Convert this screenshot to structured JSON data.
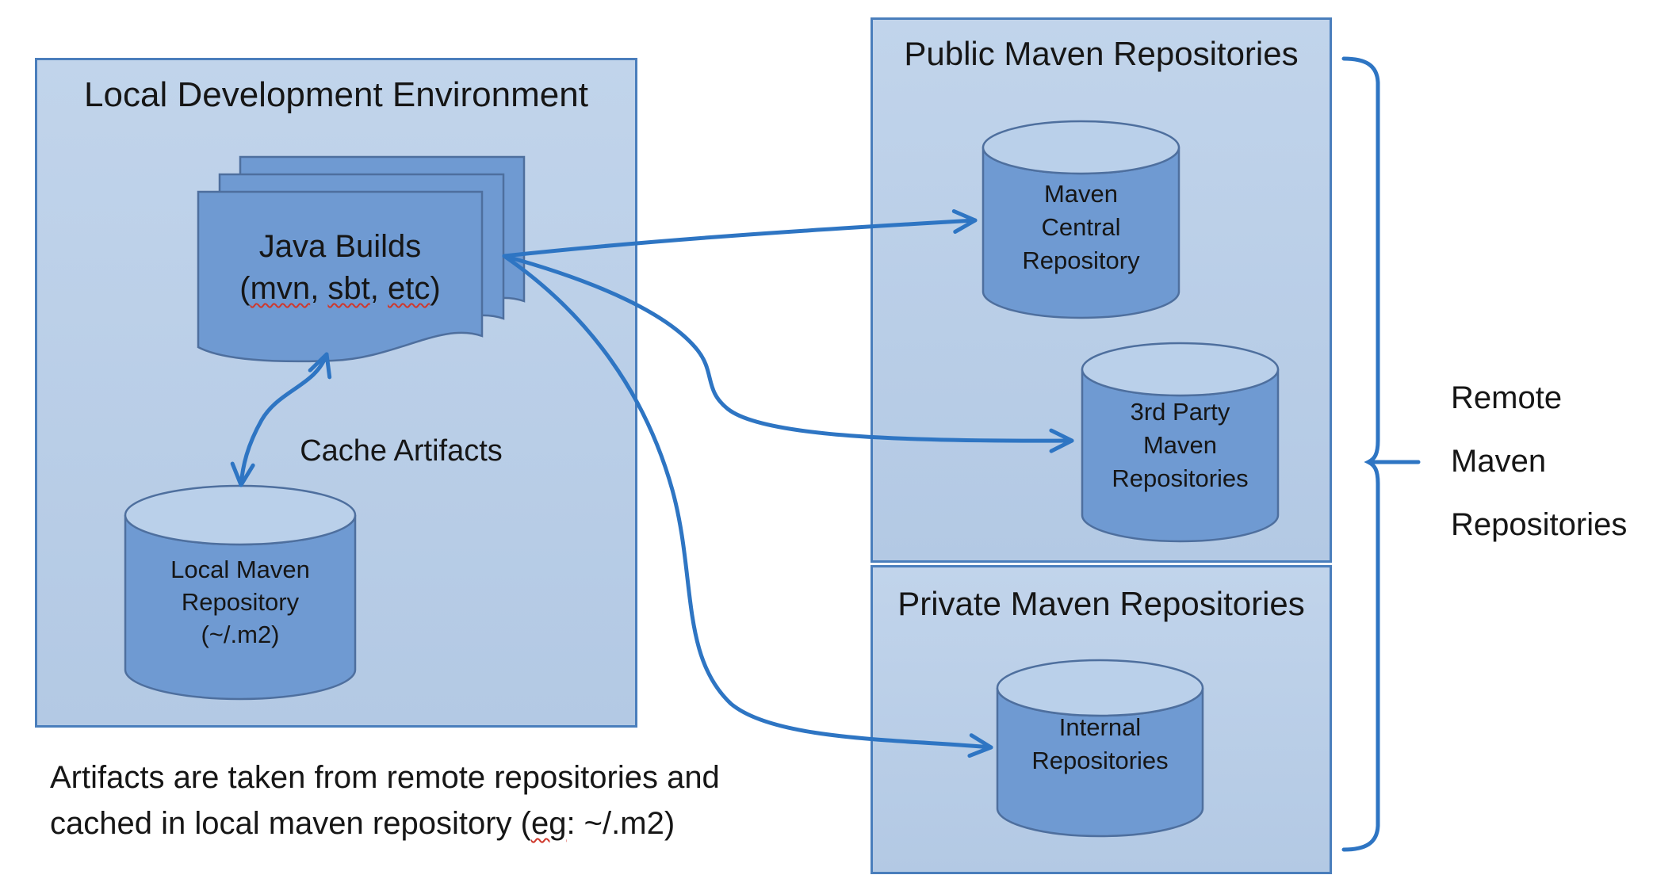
{
  "colors": {
    "background": "#ffffff",
    "box_fill_top": "#c1d4eb",
    "box_fill_bottom": "#b3c9e4",
    "box_border": "#4a7ebc",
    "shape_fill": "#6f9ad2",
    "shape_border": "#4e6f9e",
    "cylinder_top_fill": "#bad0ea",
    "arrow": "#2e75c3",
    "text": "#161616",
    "squiggle": "#cf382c"
  },
  "local_env": {
    "title": "Local Development Environment",
    "java_builds": {
      "line1": "Java Builds",
      "open": "(",
      "word1": "mvn",
      "sep1": ", ",
      "word2": "sbt",
      "sep2": ", ",
      "word3": "etc",
      "close": ")"
    },
    "cache_label": "Cache Artifacts",
    "local_repo": {
      "line1": "Local Maven",
      "line2": "Repository",
      "line3": "(~/.m2)"
    }
  },
  "public_repos": {
    "title": "Public Maven Repositories",
    "maven_central": {
      "line1": "Maven",
      "line2": "Central",
      "line3": "Repository"
    },
    "third_party": {
      "line1": "3rd Party",
      "line2": "Maven",
      "line3": "Repositories"
    }
  },
  "private_repos": {
    "title": "Private Maven Repositories",
    "internal": {
      "line1": "Internal",
      "line2": "Repositories"
    }
  },
  "remote_label": {
    "line1": "Remote",
    "line2": "Maven",
    "line3": "Repositories"
  },
  "caption": {
    "line1": "Artifacts are taken from remote repositories and",
    "line2_prefix": "cached in local maven repository (",
    "line2_word": "eg",
    "line2_suffix": ": ~/.m2)"
  }
}
